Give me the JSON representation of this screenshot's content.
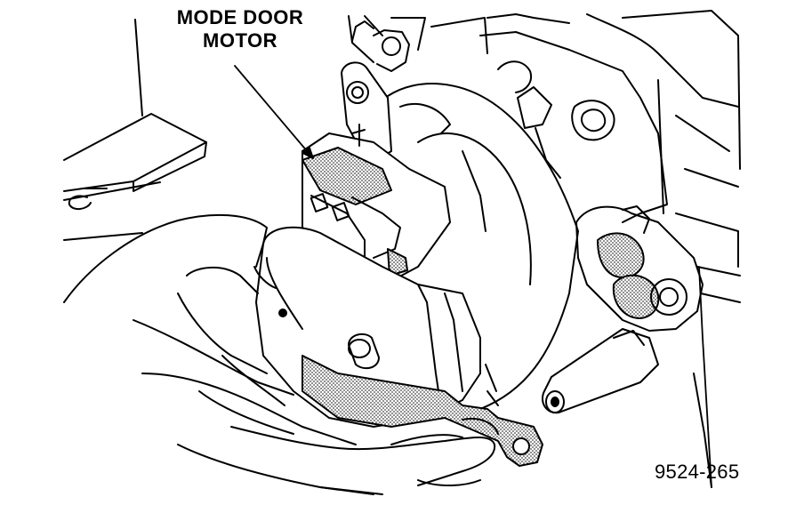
{
  "callout": {
    "line1": "MODE DOOR",
    "line2": "MOTOR"
  },
  "figure_id": "9524-265",
  "colors": {
    "ink": "#000000",
    "paper": "#ffffff",
    "stipple": "#8a8a8a"
  }
}
